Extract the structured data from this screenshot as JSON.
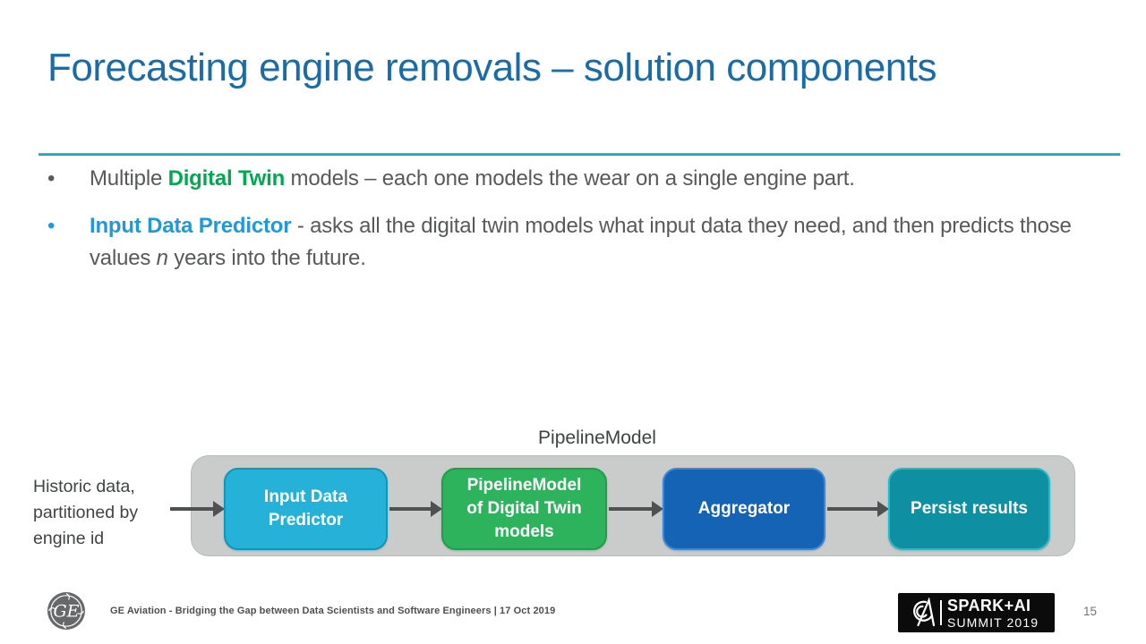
{
  "slide": {
    "title": "Forecasting engine removals – solution components",
    "bullet1": {
      "marker": "•",
      "pre": "Multiple ",
      "highlight": "Digital Twin",
      "post": " models – each one models the wear on a single engine part."
    },
    "bullet2": {
      "marker": "•",
      "highlight": "Input Data Predictor",
      "mid": " - asks all the digital twin models what input data they need, and then predicts those values ",
      "italic_var": "n",
      "post": " years into the future."
    }
  },
  "diagram": {
    "pipeline_label": "PipelineModel",
    "input_label": "Historic data,\npartitioned by\nengine id",
    "nodes": [
      {
        "label": "Input Data\nPredictor",
        "color": "#25b1d8",
        "border": "#0f95be"
      },
      {
        "label": "PipelineModel\nof Digital Twin\nmodels",
        "color": "#2db35c",
        "border": "#1da04c"
      },
      {
        "label": "Aggregator",
        "color": "#1463b4",
        "border": "#3c87d8"
      },
      {
        "label": "Persist results",
        "color": "#0f8fa2",
        "border": "#2cb7c9"
      }
    ],
    "arrow_color": "#4d5152"
  },
  "footer": {
    "ge_logo": "GE",
    "credit": "GE Aviation - Bridging the Gap between Data Scientists and Software Engineers | 17 Oct 2019",
    "spark_line1": "SPARK+AI",
    "spark_line2": "SUMMIT 2019",
    "page_number": "15"
  },
  "colors": {
    "title_blue": "#1a6ca8",
    "divider_teal": "#00abc0",
    "digital_twin_green": "#00a94f",
    "predictor_blue": "#2199d8",
    "body_gray": "#58595b",
    "container_gray": "#c9cccb"
  }
}
